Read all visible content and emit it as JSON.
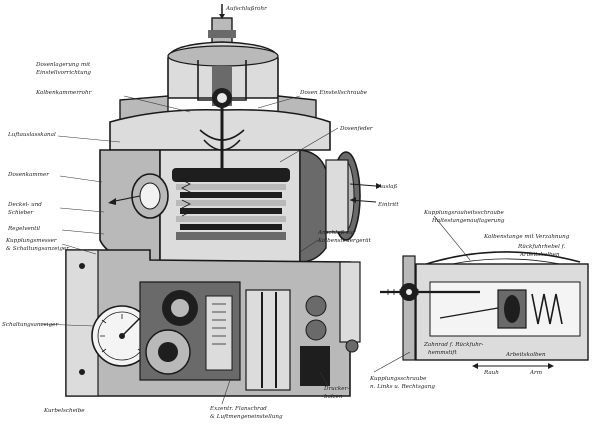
{
  "labels": {
    "top_feed": "Aufschlußrohr",
    "left_1a": "Dosenlagerung mit",
    "left_1b": "Einstellvorrichtung",
    "left_2": "Kolbenkammerrohr",
    "left_3": "Luftauslasskanal",
    "left_4": "Dosenkammer",
    "left_5a": "Deckel- und",
    "left_5b": "Schieber",
    "left_6": "Regelventil",
    "left_7a": "Kupplungsmesser",
    "left_7b": "& Schaltungsanzeiger",
    "left_8": "Schaltungsanzeiger",
    "left_9": "Kurbelscheibe",
    "right_dose": "Dosen Einstellschraube",
    "right_spring": "Dosenfeder",
    "right_outlet": "Auslaß",
    "right_inlet": "Eintritt",
    "right_anschluss_a": "Anschluß zur",
    "right_anschluss_b": "Kolbensteuergerät",
    "det_1a": "Kupplungsrauheitsschraube",
    "det_1b": "Haltestangenauflagerung",
    "det_2": "Kolbenstange mit Verzahnung",
    "det_3a": "Rückfuhrhebel f.",
    "det_3b": "Arbeitskolben",
    "det_4a": "Zahnrad f. Rückfuhr-",
    "det_4b": "hemmstift",
    "det_5": "Arbeitskolben",
    "det_6": "Rauh",
    "det_7": "Arm",
    "bot_1a": "Kupplungsschraube",
    "bot_1b": "n. Links u. Rechtsgang",
    "bot_2a": "Exzentr. Flanschrad",
    "bot_2b": "& Luftmengeneinstellung",
    "bot_3a": "Drucker-",
    "bot_3b": "bolzen"
  }
}
